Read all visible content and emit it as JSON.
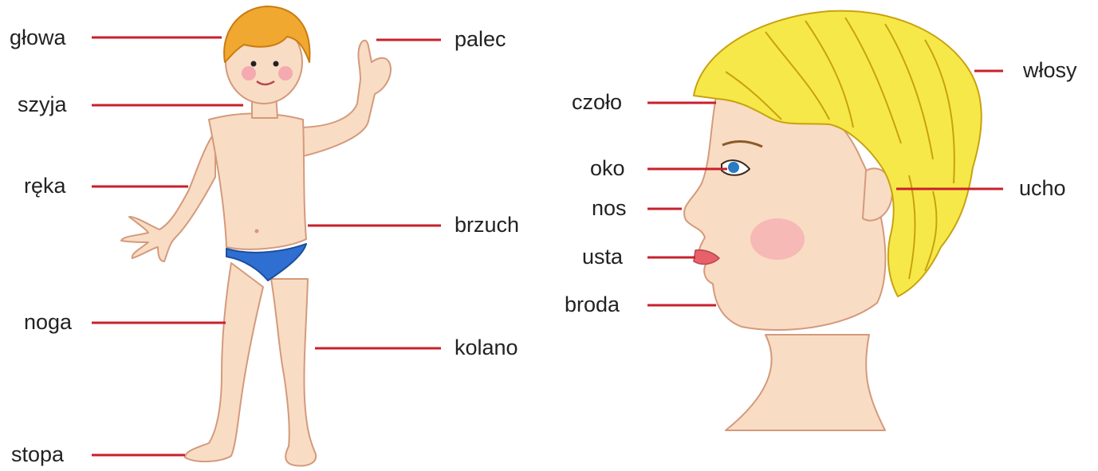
{
  "colors": {
    "leader_line": "#c8202c",
    "skin": "#f9dcc4",
    "skin_shadow": "#efbfa3",
    "cheek": "#f5a9b0",
    "child_hair": "#f0a830",
    "profile_hair": "#f7e84a",
    "profile_hair_stroke": "#c8a20e",
    "briefs": "#2f6fd1",
    "eye": "#2a7bbf",
    "lips": "#e8606a",
    "label_text": "#222222"
  },
  "body_labels": {
    "head": "głowa",
    "neck": "szyja",
    "arm": "ręka",
    "leg": "noga",
    "foot": "stopa",
    "finger": "palec",
    "belly": "brzuch",
    "knee": "kolano"
  },
  "face_labels": {
    "forehead": "czoło",
    "eye": "oko",
    "nose": "nos",
    "mouth": "usta",
    "chin": "broda",
    "hair": "włosy",
    "ear": "ucho"
  }
}
